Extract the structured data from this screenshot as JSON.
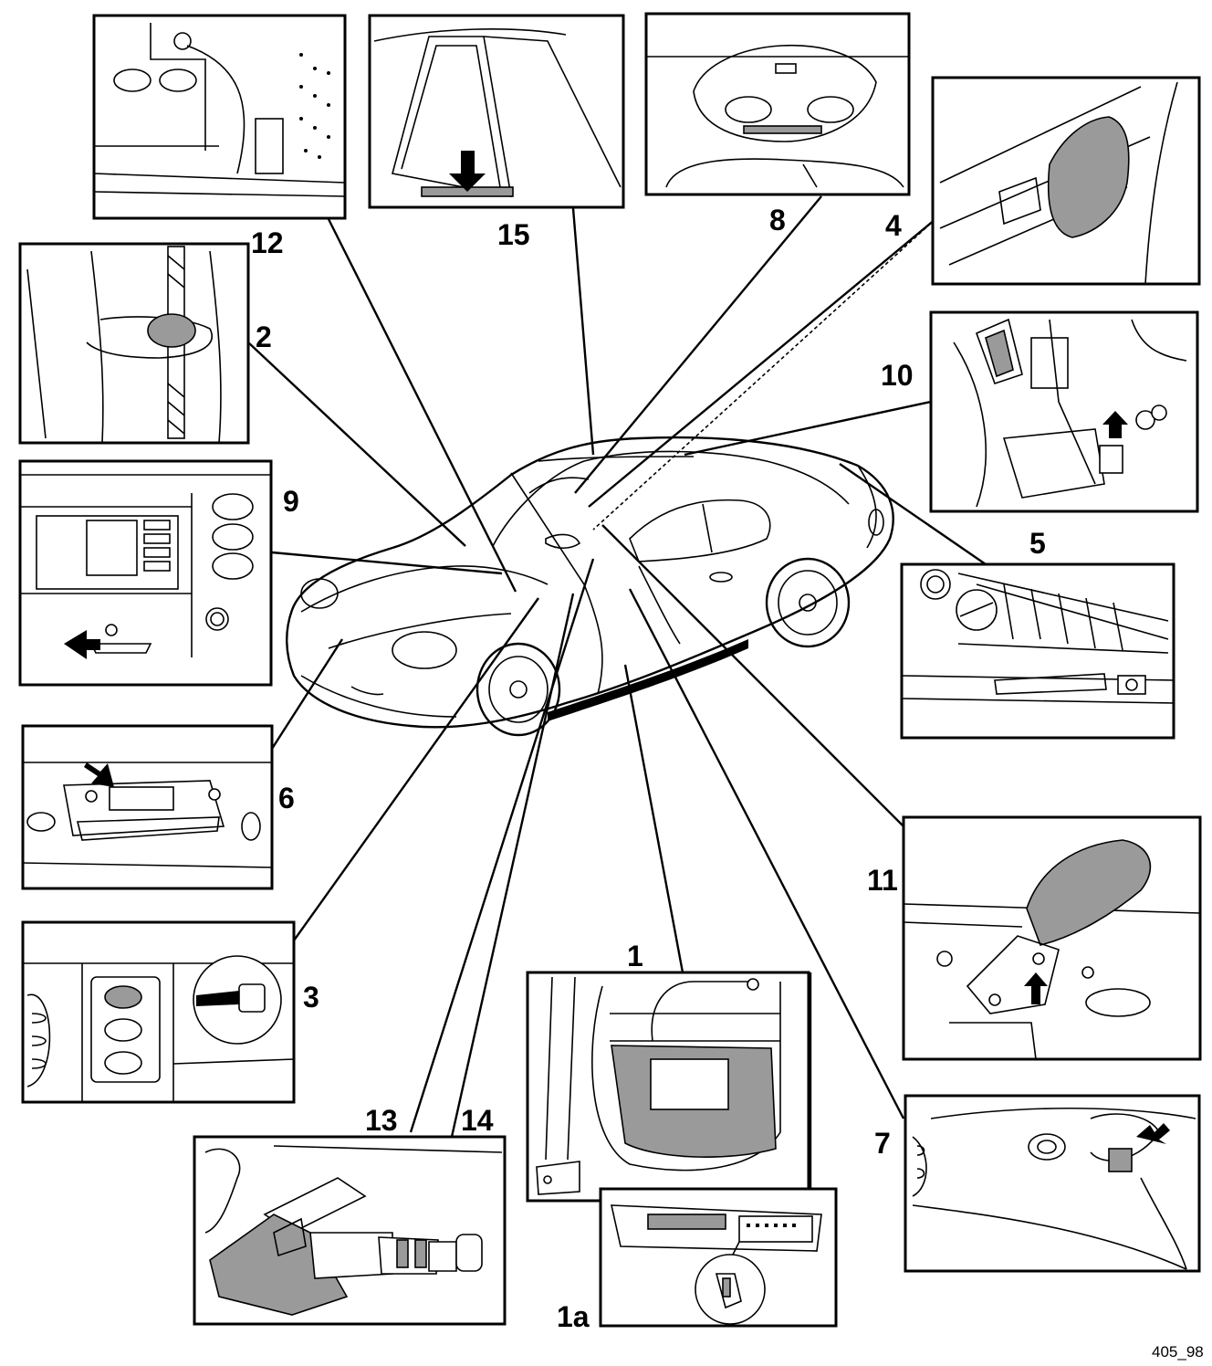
{
  "callouts": {
    "c1": "1",
    "c1a": "1a",
    "c2": "2",
    "c3": "3",
    "c4": "4",
    "c5": "5",
    "c6": "6",
    "c7": "7",
    "c8": "8",
    "c9": "9",
    "c10": "10",
    "c11": "11",
    "c12": "12",
    "c13": "13",
    "c14": "14",
    "c15": "15"
  },
  "figure_ref": "405_98",
  "colors": {
    "ink": "#000000",
    "paper": "#ffffff",
    "shade": "#9a9a9a"
  }
}
